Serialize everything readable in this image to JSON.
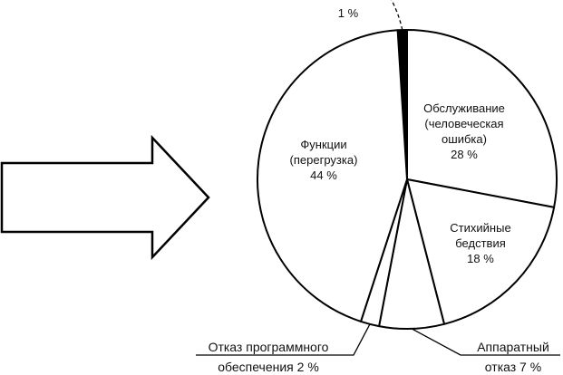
{
  "chart_data": {
    "type": "pie",
    "slices": [
      {
        "value": 1,
        "lines": [
          "1 %"
        ]
      },
      {
        "value": 28,
        "lines": [
          "Обслуживание",
          "(человеческая",
          "ошибка)",
          "28 %"
        ]
      },
      {
        "value": 18,
        "lines": [
          "Стихийные",
          "бедствия",
          "18 %"
        ]
      },
      {
        "value": 7,
        "lines": [
          "Аппаратный",
          "отказ 7 %"
        ]
      },
      {
        "value": 2,
        "lines": [
          "Отказ программного",
          "обеспечения 2 %"
        ]
      },
      {
        "value": 44,
        "lines": [
          "Функции",
          "(перегрузка)",
          "44 %"
        ]
      }
    ],
    "colors": {
      "stroke": "#000000",
      "fill": "#ffffff",
      "highlight": "#000000"
    }
  }
}
